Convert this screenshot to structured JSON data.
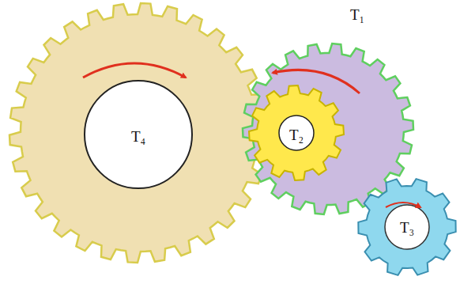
{
  "diagram": {
    "labels": [
      "T₁",
      "T₄",
      "T₂",
      "T₃"
    ]
  }
}
